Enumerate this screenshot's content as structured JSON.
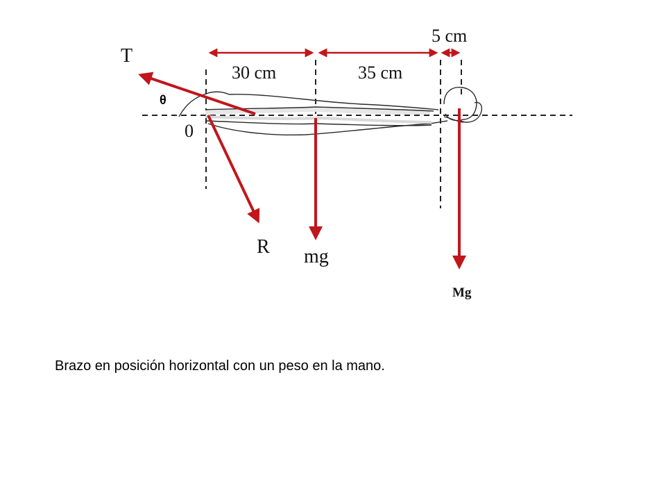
{
  "diagram": {
    "labels": {
      "tension": "T",
      "angle": "θ",
      "origin": "0",
      "dist_elbow_to_cm": "30 cm",
      "dist_cm_to_wrist": "35 cm",
      "dist_wrist_to_weight": "5 cm",
      "reaction": "R",
      "arm_weight": "mg",
      "held_weight": "Mg"
    },
    "colors": {
      "force_arrow": "#c0161c",
      "dimension_arrow": "#c0161c",
      "reference_lines": "#222222",
      "arm_outline": "#2a2a2a"
    }
  },
  "caption": "Brazo en posición horizontal con un peso en la mano."
}
